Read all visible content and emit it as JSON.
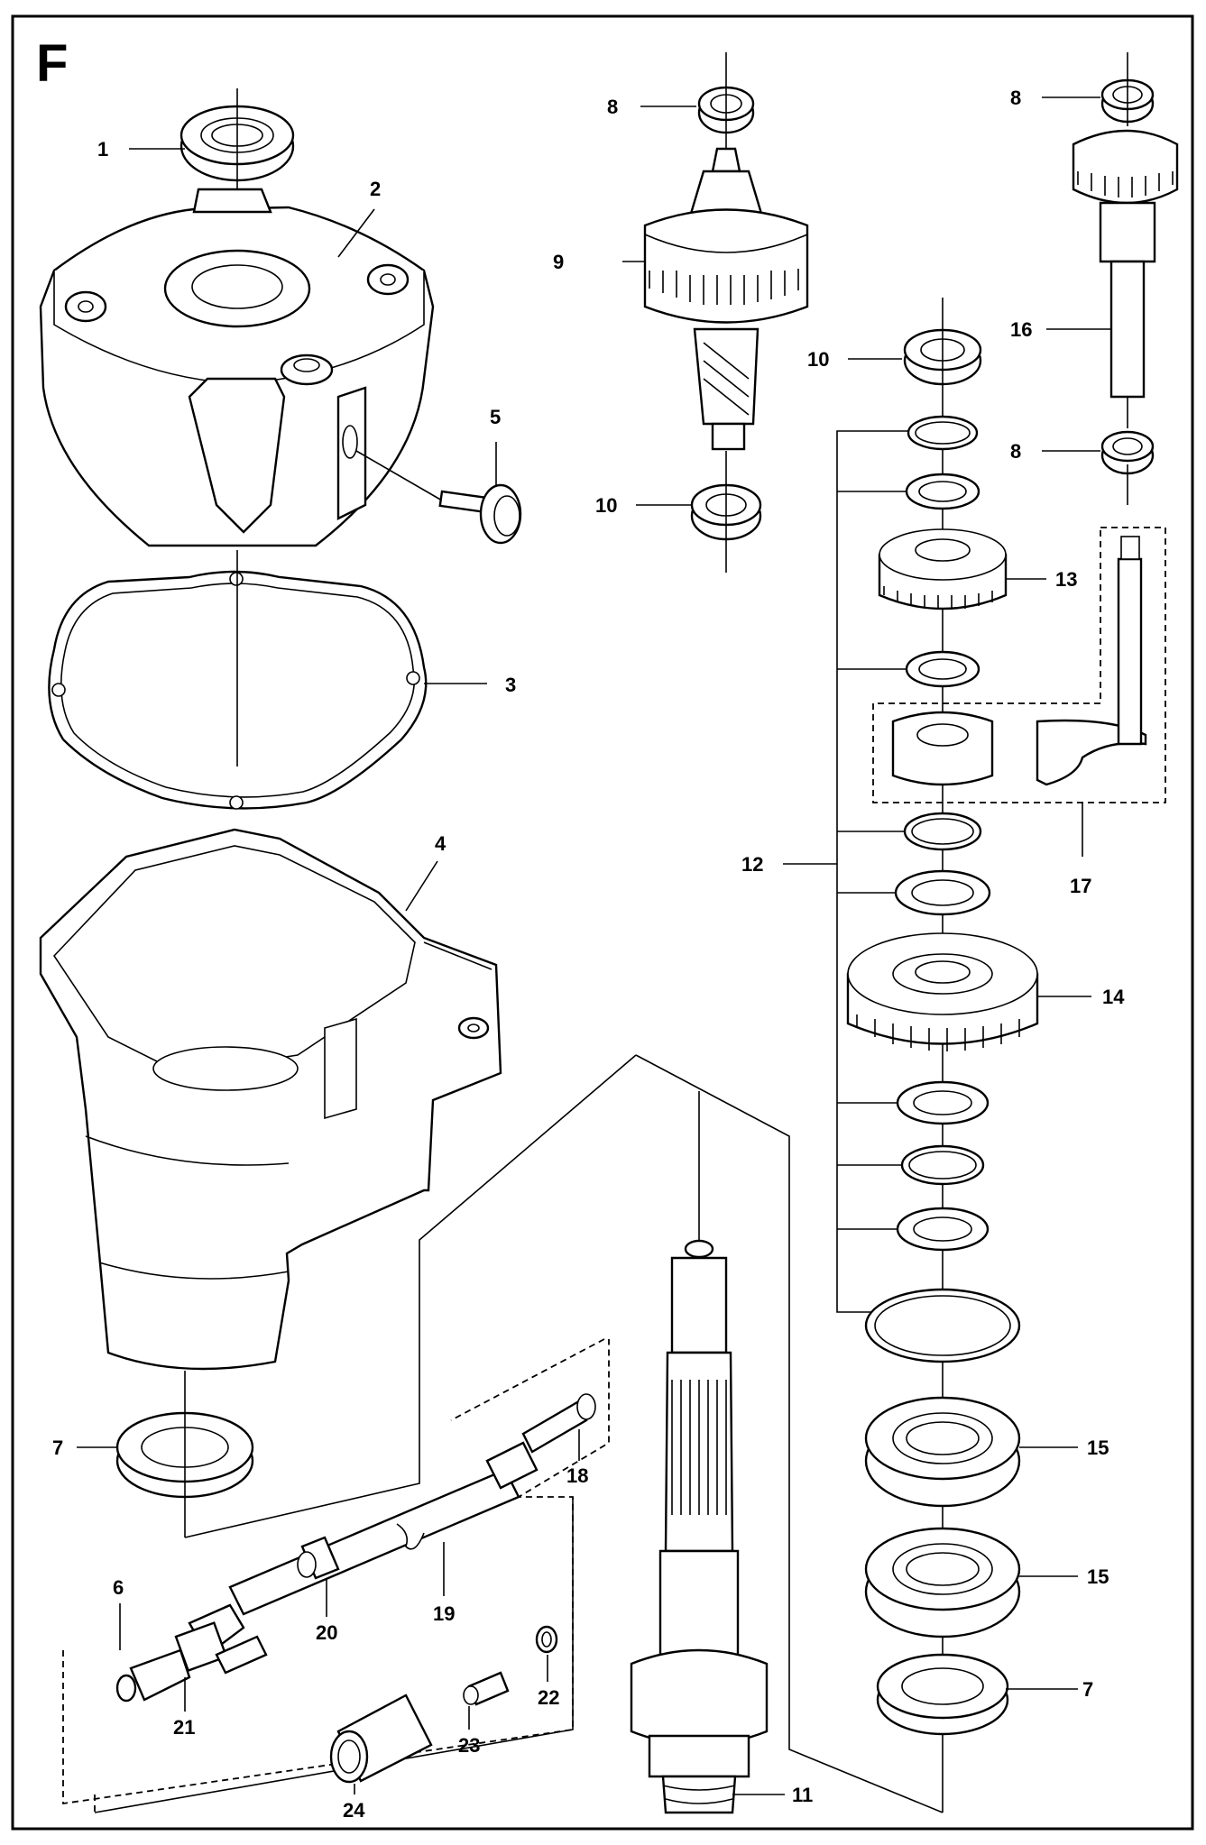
{
  "sheet_letter": "F",
  "callouts": [
    {
      "id": "c1",
      "label": "1"
    },
    {
      "id": "c2",
      "label": "2"
    },
    {
      "id": "c3",
      "label": "3"
    },
    {
      "id": "c4",
      "label": "4"
    },
    {
      "id": "c5",
      "label": "5"
    },
    {
      "id": "c6",
      "label": "6"
    },
    {
      "id": "c7a",
      "label": "7"
    },
    {
      "id": "c7b",
      "label": "7"
    },
    {
      "id": "c8a",
      "label": "8"
    },
    {
      "id": "c8b",
      "label": "8"
    },
    {
      "id": "c8c",
      "label": "8"
    },
    {
      "id": "c9",
      "label": "9"
    },
    {
      "id": "c10a",
      "label": "10"
    },
    {
      "id": "c10b",
      "label": "10"
    },
    {
      "id": "c11",
      "label": "11"
    },
    {
      "id": "c12",
      "label": "12"
    },
    {
      "id": "c13",
      "label": "13"
    },
    {
      "id": "c14",
      "label": "14"
    },
    {
      "id": "c15a",
      "label": "15"
    },
    {
      "id": "c15b",
      "label": "15"
    },
    {
      "id": "c16",
      "label": "16"
    },
    {
      "id": "c17",
      "label": "17"
    },
    {
      "id": "c18",
      "label": "18"
    },
    {
      "id": "c19",
      "label": "19"
    },
    {
      "id": "c20",
      "label": "20"
    },
    {
      "id": "c21",
      "label": "21"
    },
    {
      "id": "c22",
      "label": "22"
    },
    {
      "id": "c23",
      "label": "23"
    },
    {
      "id": "c24",
      "label": "24"
    }
  ]
}
